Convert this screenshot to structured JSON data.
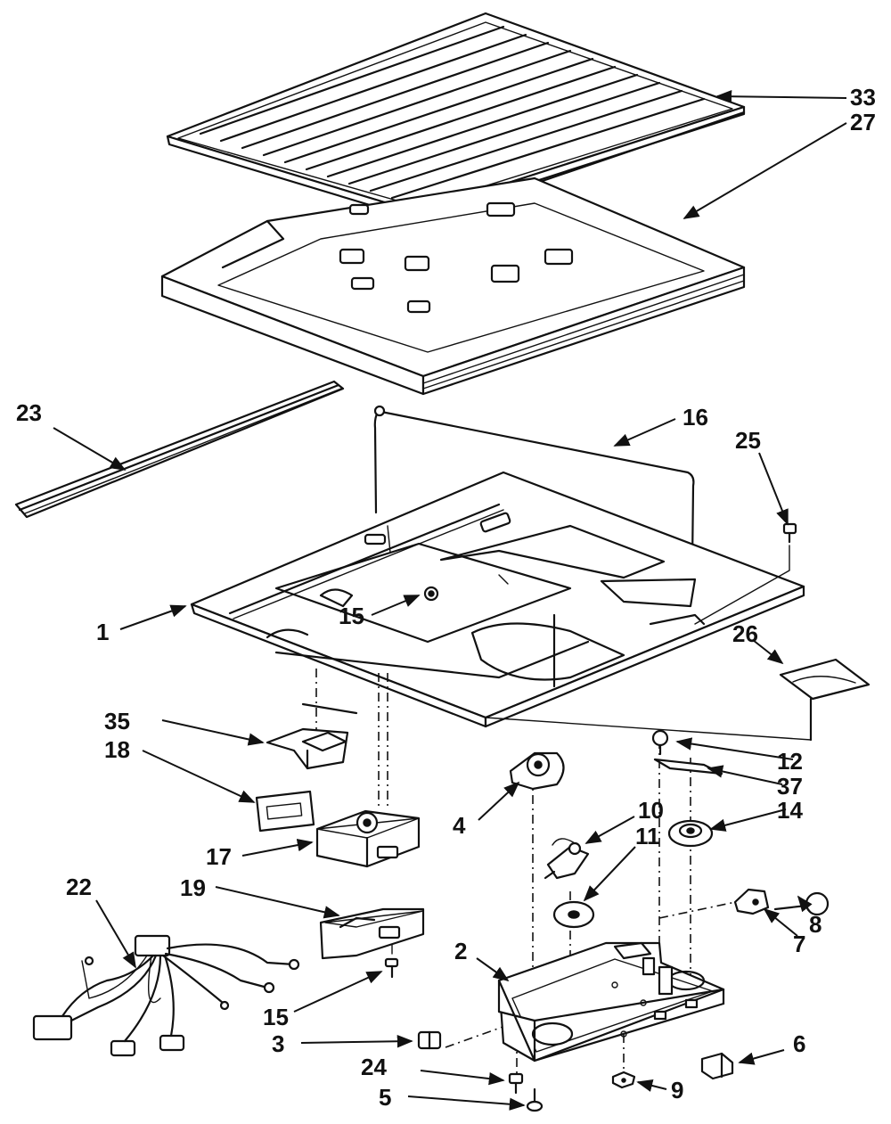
{
  "callouts": {
    "c1": "1",
    "c2": "2",
    "c3": "3",
    "c4": "4",
    "c5": "5",
    "c6": "6",
    "c7": "7",
    "c8": "8",
    "c9": "9",
    "c10": "10",
    "c11": "11",
    "c12": "12",
    "c14": "14",
    "c15a": "15",
    "c15b": "15",
    "c16": "16",
    "c17": "17",
    "c18": "18",
    "c19": "19",
    "c22": "22",
    "c23": "23",
    "c24": "24",
    "c25": "25",
    "c26": "26",
    "c27": "27",
    "c33": "33",
    "c35": "35",
    "c37": "37"
  }
}
